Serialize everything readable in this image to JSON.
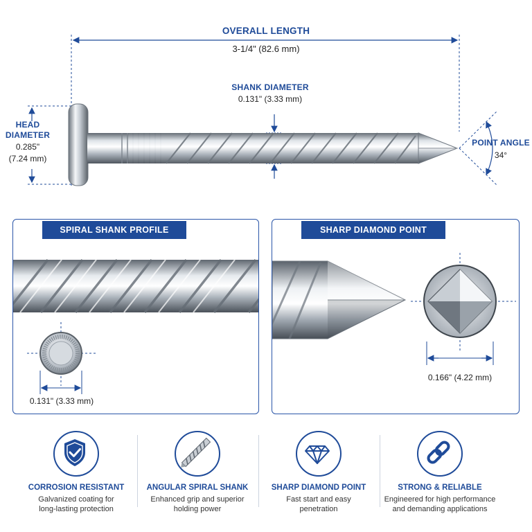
{
  "top": {
    "overall_length_title": "OVERALL LENGTH",
    "overall_length_value": "3-1/4\" (82.6 mm)",
    "shank_diameter_title": "SHANK DIAMETER",
    "shank_diameter_value": "0.131\" (3.33 mm)",
    "head_diameter_title_1": "HEAD",
    "head_diameter_title_2": "DIAMETER",
    "head_diameter_value_1": "0.285\"",
    "head_diameter_value_2": "(7.24 mm)",
    "point_angle_title": "POINT ANGLE",
    "point_angle_value": "34°"
  },
  "panels": {
    "spiral": {
      "title": "SPIRAL SHANK PROFILE",
      "dimension": "0.131\" (3.33 mm)"
    },
    "point": {
      "title": "SHARP DIAMOND POINT",
      "dimension": "0.166\" (4.22 mm)"
    }
  },
  "features": [
    {
      "icon": "shield-check-icon",
      "title": "CORROSION RESISTANT",
      "desc_1": "Galvanized coating for",
      "desc_2": "long-lasting protection"
    },
    {
      "icon": "spiral-nail-icon",
      "title": "ANGULAR SPIRAL SHANK",
      "desc_1": "Enhanced grip and superior",
      "desc_2": "holding power"
    },
    {
      "icon": "diamond-icon",
      "title": "SHARP DIAMOND POINT",
      "desc_1": "Fast start and easy",
      "desc_2": "penetration"
    },
    {
      "icon": "chain-link-icon",
      "title": "STRONG & RELIABLE",
      "desc_1": "Engineered for high performance",
      "desc_2": "and demanding applications"
    }
  ],
  "colors": {
    "navy": "#1f4b99",
    "steel_light": "#eef1f4",
    "steel_dark": "#7c848e"
  }
}
